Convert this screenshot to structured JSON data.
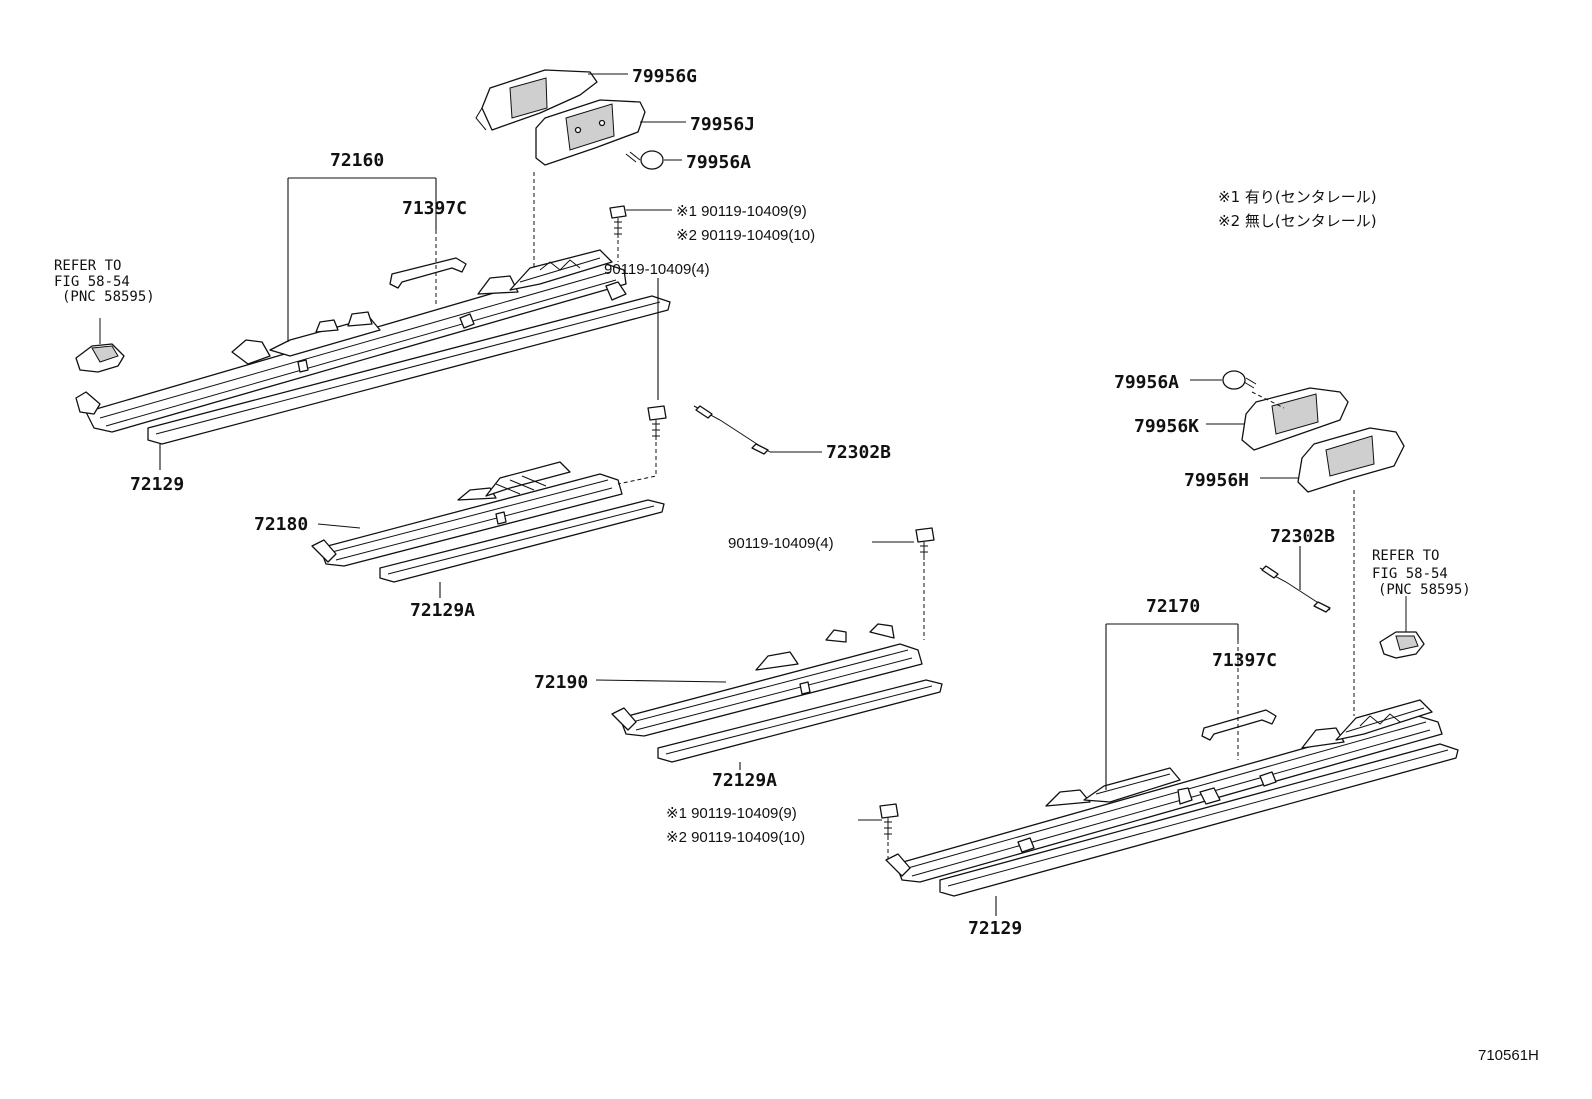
{
  "legend": {
    "note1": "※1 有り(センタレール)",
    "note2": "※2 無し(センタレール)"
  },
  "labels": {
    "p79956G": "79956G",
    "p79956J": "79956J",
    "p79956A_top": "79956A",
    "p72160": "72160",
    "p71397C_left": "71397C",
    "bolt_top_1": "※1 90119-10409(9)",
    "bolt_top_2": "※2 90119-10409(10)",
    "p72129_left": "72129",
    "bolt_mid_left": "90119-10409(4)",
    "p72302B_left": "72302B",
    "p72180": "72180",
    "p72129A_upper": "72129A",
    "bolt_mid_right": "90119-10409(4)",
    "p72190": "72190",
    "p72129A_lower": "72129A",
    "bolt_bot_1": "※1 90119-10409(9)",
    "bolt_bot_2": "※2 90119-10409(10)",
    "p79956A_right": "79956A",
    "p79956K": "79956K",
    "p79956H": "79956H",
    "p72302B_right": "72302B",
    "p72170": "72170",
    "p71397C_right": "71397C",
    "p72129_right": "72129"
  },
  "refs": {
    "left": {
      "line1": "REFER TO",
      "line2": "FIG 58-54",
      "line3": "(PNC 58595)"
    },
    "right": {
      "line1": "REFER TO",
      "line2": "FIG 58-54",
      "line3": "(PNC 58595)"
    }
  },
  "figure_code": "710561H"
}
